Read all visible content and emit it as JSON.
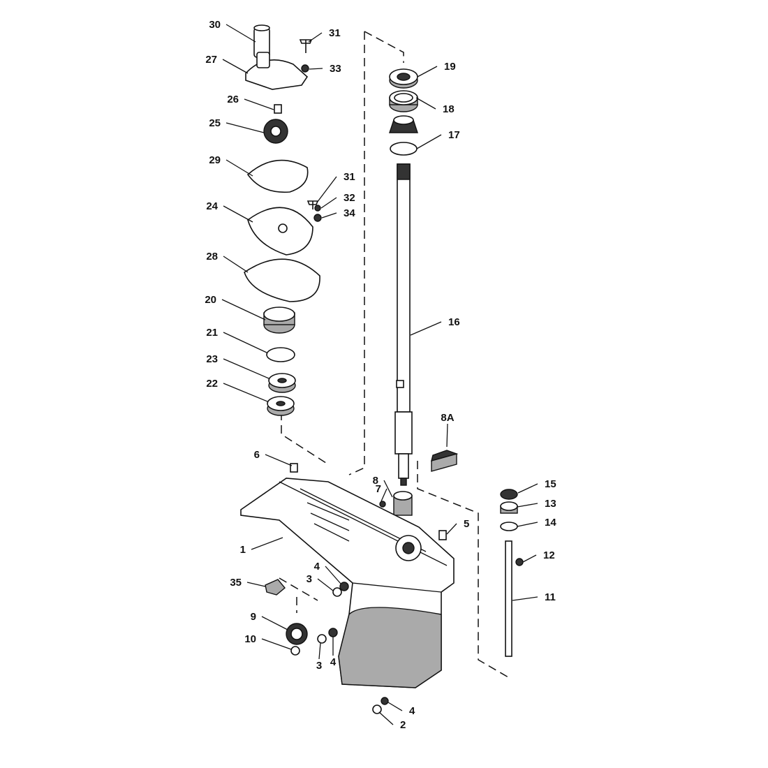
{
  "diagram": {
    "type": "exploded-parts-diagram",
    "callouts": [
      "30",
      "31",
      "27",
      "33",
      "26",
      "25",
      "29",
      "31",
      "32",
      "34",
      "24",
      "28",
      "20",
      "21",
      "23",
      "22",
      "19",
      "18",
      "17",
      "16",
      "8A",
      "6",
      "8",
      "7",
      "15",
      "13",
      "14",
      "5",
      "12",
      "1",
      "4",
      "3",
      "35",
      "11",
      "9",
      "10",
      "3",
      "4",
      "4",
      "2"
    ]
  }
}
